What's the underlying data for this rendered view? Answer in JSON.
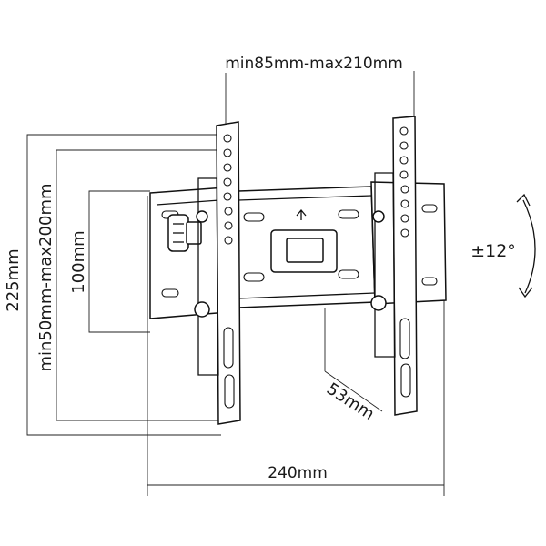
{
  "diagram": {
    "labels": {
      "top_width": "min85mm-max210mm",
      "height_total": "225mm",
      "height_range": "min50mm-max200mm",
      "height_inner": "100mm",
      "depth": "53mm",
      "width_total": "240mm",
      "tilt": "±12°"
    },
    "line_color": "#111111"
  }
}
